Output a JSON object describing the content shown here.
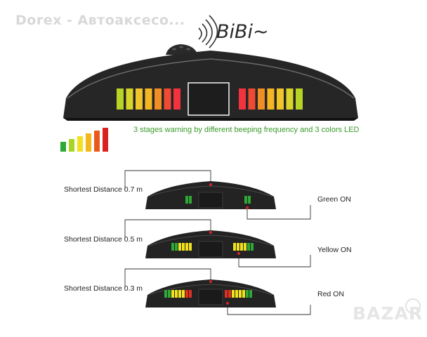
{
  "watermark": "Dorex - Автоаксесо...",
  "brand": "BiBi~",
  "warning_text": "3 stages warning by different beeping frequency and 3 colors LED",
  "legend_colors": [
    "#2ea836",
    "#a6d622",
    "#f2e21d",
    "#f5b71a",
    "#e9591e",
    "#d92320"
  ],
  "display_segments": {
    "left": [
      "#b7d326",
      "#d8d42a",
      "#f0c52a",
      "#f5b624",
      "#f08d24",
      "#ef4a34",
      "#f2333d"
    ],
    "right": [
      "#f2333d",
      "#ef4a34",
      "#f08d24",
      "#f5b624",
      "#f0c52a",
      "#d8d42a",
      "#b7d326"
    ]
  },
  "stages": [
    {
      "distance_label": "Shortest Distance",
      "distance_value": "0.7 m",
      "status": "Green ON",
      "left_leds": [
        "#2ea836",
        "#2ea836"
      ],
      "right_leds": [
        "#2ea836",
        "#2ea836"
      ]
    },
    {
      "distance_label": "Shortest Distance",
      "distance_value": "0.5 m",
      "status": "Yellow  ON",
      "left_leds": [
        "#2ea836",
        "#2ea836",
        "#f2e21d",
        "#f2e21d",
        "#f2e21d",
        "#f2e21d"
      ],
      "right_leds": [
        "#f2e21d",
        "#f2e21d",
        "#f2e21d",
        "#f2e21d",
        "#2ea836",
        "#2ea836"
      ]
    },
    {
      "distance_label": "Shortest Distance",
      "distance_value": "0.3 m",
      "status": "Red  ON",
      "left_leds": [
        "#2ea836",
        "#2ea836",
        "#f2e21d",
        "#f2e21d",
        "#f2e21d",
        "#f2e21d",
        "#e23020",
        "#e23020"
      ],
      "right_leds": [
        "#e23020",
        "#e23020",
        "#f2e21d",
        "#f2e21d",
        "#f2e21d",
        "#f2e21d",
        "#2ea836",
        "#2ea836"
      ]
    }
  ],
  "marketplace_logo": "BAZAR"
}
